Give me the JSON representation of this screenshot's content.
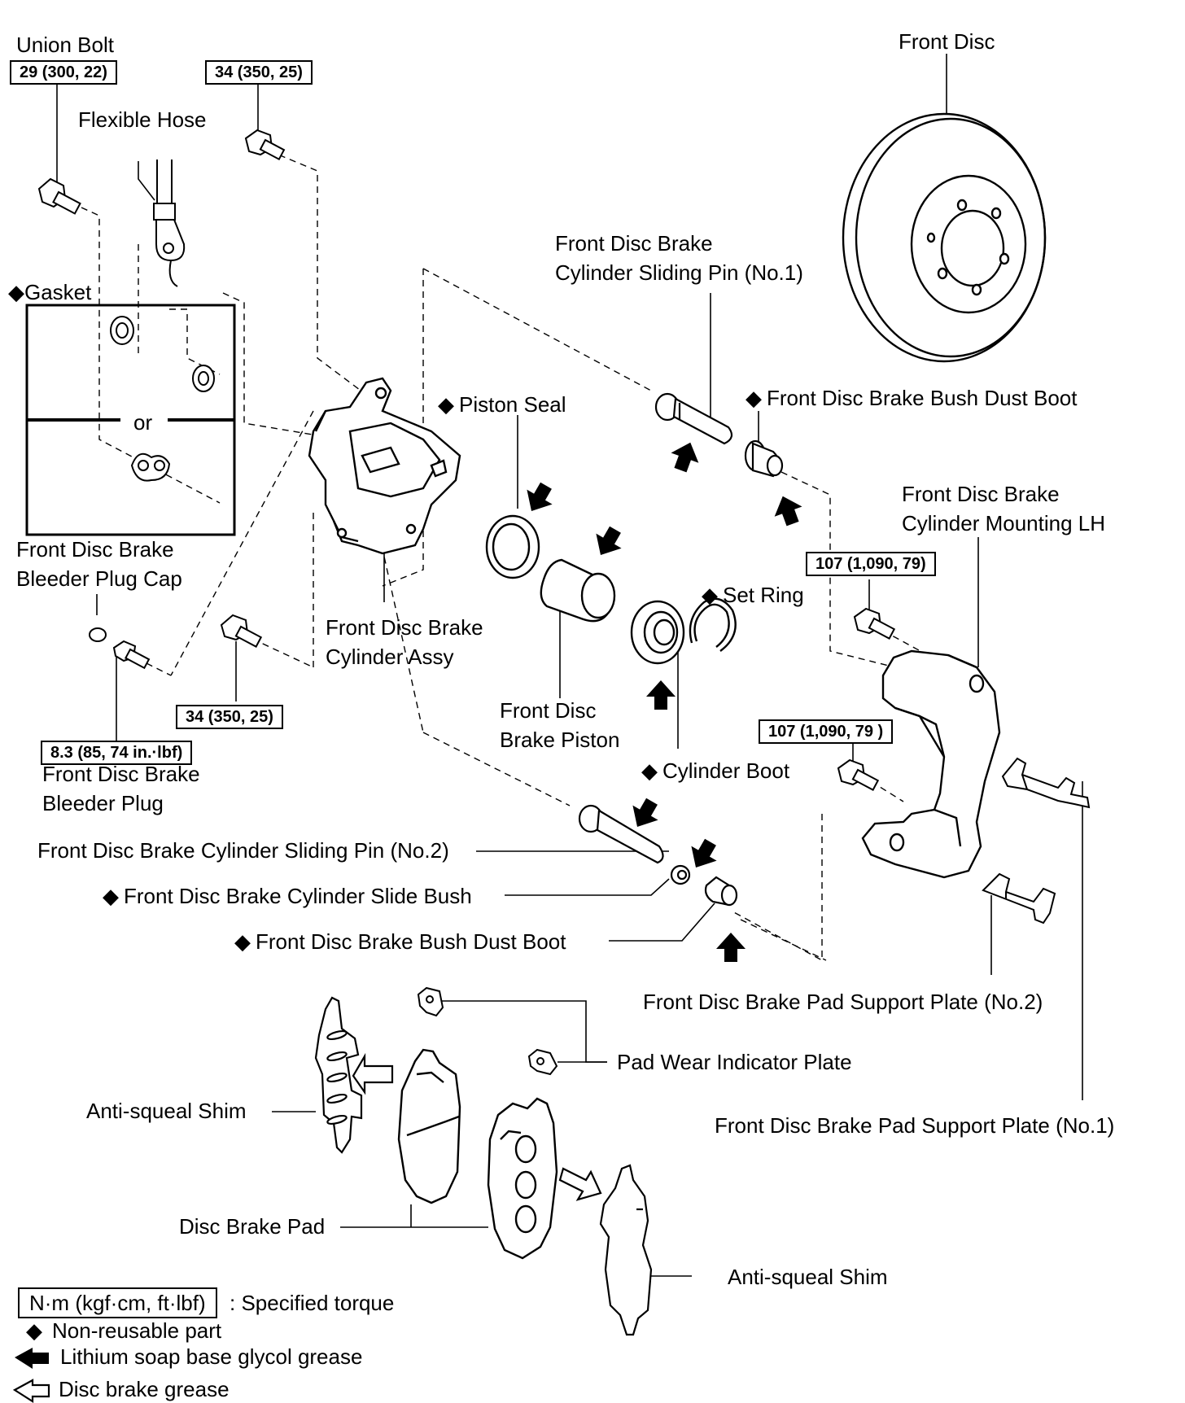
{
  "symbols": {
    "non_reusable": "◆"
  },
  "labels": {
    "union_bolt": "Union Bolt",
    "flexible_hose": "Flexible Hose",
    "gasket": "Gasket",
    "or": "or",
    "bleeder_plug_cap": [
      "Front Disc Brake",
      "Bleeder Plug Cap"
    ],
    "bleeder_plug": [
      "Front Disc Brake",
      "Bleeder Plug"
    ],
    "cylinder_assy": [
      "Front Disc Brake",
      "Cylinder Assy"
    ],
    "piston_seal": "Piston Seal",
    "brake_piston": [
      "Front Disc",
      "Brake Piston"
    ],
    "set_ring": "Set Ring",
    "cylinder_boot": "Cylinder Boot",
    "sliding_pin_1": [
      "Front Disc Brake",
      "Cylinder Sliding Pin (No.1)"
    ],
    "bush_dust_boot_top": "Front Disc Brake Bush Dust Boot",
    "front_disc": "Front Disc",
    "mounting_lh": [
      "Front Disc Brake",
      "Cylinder Mounting LH"
    ],
    "sliding_pin_2": "Front Disc Brake Cylinder Sliding Pin (No.2)",
    "slide_bush": "Front Disc Brake Cylinder Slide Bush",
    "bush_dust_boot_bottom": "Front Disc Brake Bush Dust Boot",
    "pad_support_plate_2": "Front Disc Brake Pad Support Plate (No.2)",
    "pad_wear_indicator": "Pad Wear Indicator Plate",
    "pad_support_plate_1": "Front Disc Brake Pad Support Plate (No.1)",
    "anti_squeal_shim_left": "Anti-squeal  Shim",
    "anti_squeal_shim_right": "Anti-squeal  Shim",
    "disc_brake_pad": "Disc Brake Pad"
  },
  "torques": {
    "union_bolt": "29 (300, 22)",
    "cyl_bolt_top": "34 (350, 25)",
    "cyl_bolt_bottom": "34 (350, 25)",
    "bleeder_plug": "8.3 (85, 74 in.·lbf)",
    "mounting_top": "107 (1,090, 79)",
    "mounting_bottom": "107 (1,090, 79 )"
  },
  "legend": {
    "torque_unit": "N·m (kgf·cm, ft·lbf)",
    "torque_desc": ": Specified torque",
    "non_reusable": "Non-reusable part",
    "lithium_grease": "Lithium soap base glycol grease",
    "disc_grease": "Disc brake grease"
  }
}
